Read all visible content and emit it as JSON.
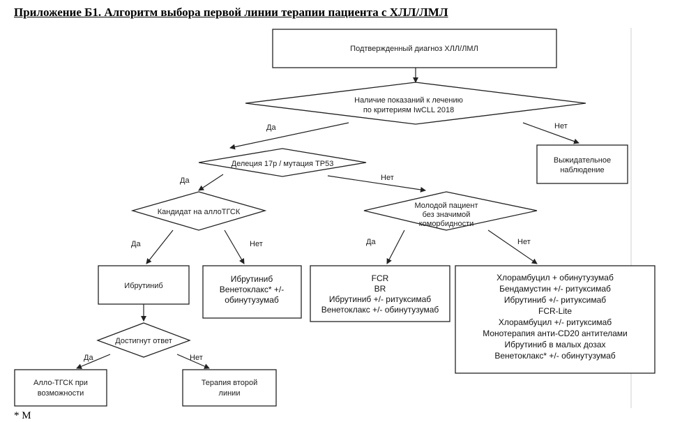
{
  "title": "Приложение Б1. Алгоритм выбора первой линии терапии пациента с ХЛЛ/ЛМЛ",
  "nodes": {
    "diagnosis": "Подтвержденный диагноз ХЛЛ/ЛМЛ",
    "indications": [
      "Наличие показаний к лечению",
      "по критериям IwCLL 2018"
    ],
    "observation": [
      "Выжидательное",
      "наблюдение"
    ],
    "deletion": "Делеция 17р / мутация ТР53",
    "allo_candidate": "Кандидат на аллоТГСК",
    "young_patient": [
      "Молодой пациент",
      "без значимой",
      "коморбидности"
    ],
    "ibrutinib": "Ибрутиниб",
    "ibrutinib_veneto": [
      "Ибрутиниб",
      "Венетоклакс* +/-",
      "обинутузумаб"
    ],
    "fcr_group": [
      "FCR",
      "BR",
      "Ибрутиниб +/- ритуксимаб",
      "Венетоклакс +/- обинутузумаб"
    ],
    "elderly_group": [
      "Хлорамбуцил + обинутузумаб",
      "Бендамустин +/- ритуксимаб",
      "Ибрутиниб +/- ритуксимаб",
      "FCR-Lite",
      "Хлорамбуцил +/- ритуксимаб",
      "Монотерапия анти-CD20 антителами",
      "Ибрутиниб в малых дозах",
      "Венетоклакс* +/- обинутузумаб"
    ],
    "response": "Достигнут ответ",
    "allo_tgsk": [
      "Алло-ТГСК при",
      "возможности"
    ],
    "second_line": [
      "Терапия второй",
      "линии"
    ]
  },
  "edge_labels": {
    "yes": "Да",
    "no": "Нет"
  },
  "footnote": "* М"
}
